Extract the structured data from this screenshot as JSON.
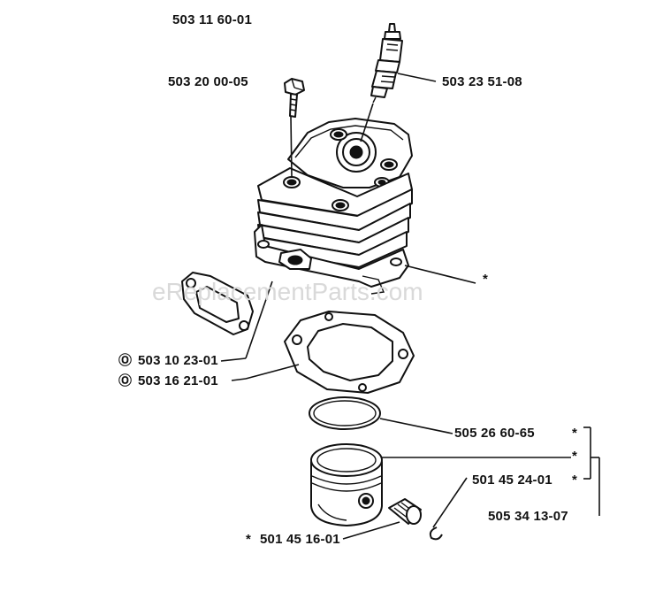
{
  "diagram": {
    "watermark": "eReplacementParts.com",
    "labels": {
      "assembly": "503 11 60-01",
      "bolt": "503 20 00-05",
      "spark_plug": "503 23 51-08",
      "cylinder_star": "*",
      "gasket_a": "503 10 23-01",
      "gasket_b": "503 16 21-01",
      "ring": "505 26 60-65",
      "ring_star": "*",
      "piston_star": "*",
      "circlip": "501 45 24-01",
      "circlip_star": "*",
      "kit": "505 34 13-07",
      "bearing": "501 45 16-01",
      "bearing_star": "*"
    },
    "markers": {
      "gasket_a": "Ⓞ",
      "gasket_b": "Ⓞ"
    }
  }
}
